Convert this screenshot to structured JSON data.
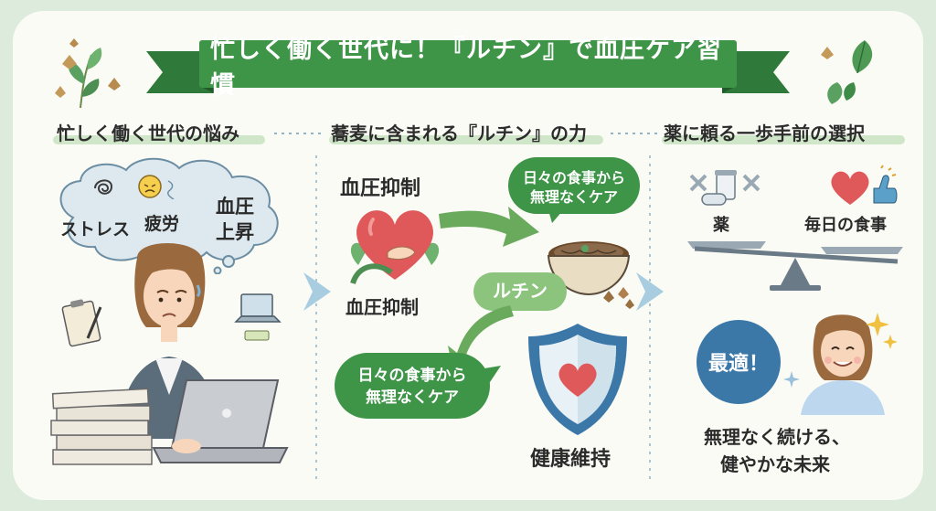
{
  "banner": {
    "title": "忙しく働く世代に！『ルチン』で血圧ケア習慣"
  },
  "columns": [
    {
      "title": "忙しく働く世代の悩み"
    },
    {
      "title": "蕎麦に含まれる『ルチン』の力"
    },
    {
      "title": "薬に頼る一歩手前の選択"
    }
  ],
  "worries": {
    "stress": "ストレス",
    "fatigue": "疲労",
    "bp_rise_1": "血圧",
    "bp_rise_2": "上昇"
  },
  "rutin": {
    "label_top": "血圧抑制",
    "label_bottom": "血圧抑制",
    "bubble_top_1": "日々の食事から",
    "bubble_top_2": "無理なくケア",
    "center": "ルチン",
    "bubble_left_1": "日々の食事から",
    "bubble_left_2": "無理なくケア",
    "health": "健康維持"
  },
  "choice": {
    "medicine": "薬",
    "daily_meal": "毎日の食事",
    "badge": "最適！",
    "caption_1": "無理なく続ける、",
    "caption_2": "健やかな未来"
  },
  "colors": {
    "green": "#3e9447",
    "light_green": "#cfe6c8",
    "bg": "#dcebdc",
    "blue": "#3b78a8",
    "heart": "#e0595a"
  }
}
